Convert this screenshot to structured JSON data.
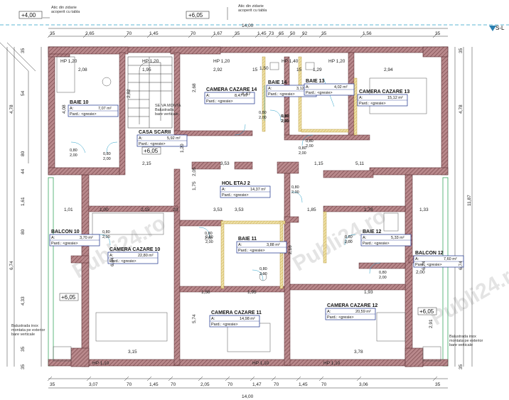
{
  "levels": {
    "top_left": "+4,00",
    "top_mid": "+6,05",
    "stair": "+6,05",
    "balcon_left": "+6,05",
    "balcon_right": "+6,05"
  },
  "notes": {
    "attic_left": "Atic din zidarie\nacoperit cu tabla",
    "attic_right": "Atic din zidarie\nacoperit cu tabla",
    "section_mark": "S-L",
    "stair_note": "SE VA MONTA\nBalustrada\nbare verticale",
    "rail_left": "Balustrada inox\nmontata pe exterior\nbare verticale",
    "rail_right": "Balustrada inox\nmontata pe exterior\nbare verticale"
  },
  "rooms": [
    {
      "name": "BAIE 10",
      "area": "7,07 m²",
      "floor": "Pard.: <gresie>"
    },
    {
      "name": "CASA SCARII",
      "area": "5,92 m²",
      "floor": "Pard.: <gresie>"
    },
    {
      "name": "CAMERA CAZARE 14",
      "area": "8,47 m²",
      "floor": "Pard.: <gresie>"
    },
    {
      "name": "BAIE 14",
      "area": "3,12 m²",
      "floor": "Pard.: <gresie>"
    },
    {
      "name": "BAIE 13",
      "area": "4,02 m²",
      "floor": "Pard.: <gresie>"
    },
    {
      "name": "CAMERA CAZARE 13",
      "area": "15,12 m²",
      "floor": "Pard.: <gresie>"
    },
    {
      "name": "HOL ETAJ 2",
      "area": "14,37 m²",
      "floor": "Pard.: <gresie>"
    },
    {
      "name": "BALCON 10",
      "area": "3,70 m²",
      "floor": "Pard.: <gresie>"
    },
    {
      "name": "CAMERA CAZARE 10",
      "area": "22,80 m²",
      "floor": "Pard.: <gresie>"
    },
    {
      "name": "BAIE 11",
      "area": "3,88 m²",
      "floor": "Pard.: <gresie>"
    },
    {
      "name": "BAIE 12",
      "area": "5,33 m²",
      "floor": "Pard.: <gresie>"
    },
    {
      "name": "BALCON 12",
      "area": "7,60 m²",
      "floor": "Pard.: <gresie>"
    },
    {
      "name": "CAMERA CAZARE 11",
      "area": "14,98 m²",
      "floor": "Pard.: <gresie>"
    },
    {
      "name": "CAMERA CAZARE 12",
      "area": "20,59 m²",
      "floor": "Pard.: <gresie>"
    }
  ],
  "area_prefix": "A:",
  "windows": {
    "top": [
      "HP 1,20",
      "HP 1,20",
      "HP 1,20",
      "HP 1,40",
      "HP 1,20"
    ],
    "bottom": [
      "HP 1,10",
      "HP 1,10",
      "HP 1,10"
    ]
  },
  "doors": [
    "0,80\n2,00",
    "0,80\n2,00",
    "0,80\n2,00",
    "0,80\n2,00",
    "0,80\n2,00",
    "0,80\n2,00",
    "0,80\n2,00",
    "0,80\n2,00",
    "0,80\n2,00",
    "0,80\n2,00",
    "0,80\n2,00",
    "0,80\n2,00",
    "0,80\n2,00",
    "0,80\n2,00"
  ],
  "dimensions": {
    "overall_top": "14,00",
    "overall_bottom": "14,00",
    "top_chain": [
      "35",
      "2,65",
      "70",
      "1,45",
      "70",
      "1,67",
      "35",
      "1,45",
      "73",
      "65",
      "50",
      "92",
      "35",
      "1,56",
      "35"
    ],
    "bottom_chain": [
      "35",
      "3,07",
      "70",
      "1,45",
      "70",
      "2,05",
      "70",
      "1,47",
      "70",
      "1,45",
      "70",
      "3,06",
      "35"
    ],
    "left_chain": [
      "35",
      "54",
      "4,78",
      "80",
      "44",
      "1,61",
      "80",
      "6,74",
      "4,33",
      "35",
      "35"
    ],
    "right_chain": [
      "35",
      "4,78",
      "11,87",
      "6,74",
      "35"
    ],
    "interior": [
      "2,08",
      "1,95",
      "2,92",
      "1,50",
      "2,94",
      "4,08",
      "2,82",
      "2,68",
      "8,47",
      "2,15",
      "3,53",
      "5,11",
      "3,53",
      "1,01",
      "1,00",
      "2,15",
      "20",
      "3,53",
      "1,85",
      "1,78",
      "1,33",
      "6,84",
      "1,58",
      "1,95",
      "1,93",
      "3,15",
      "3,78",
      "5,74",
      "2,16",
      "1,75",
      "2,05",
      "1,20",
      "6,74",
      "2,91",
      "2,00",
      "15",
      "1,29",
      "15",
      "1,15"
    ]
  },
  "watermark": "Publi24.ro"
}
